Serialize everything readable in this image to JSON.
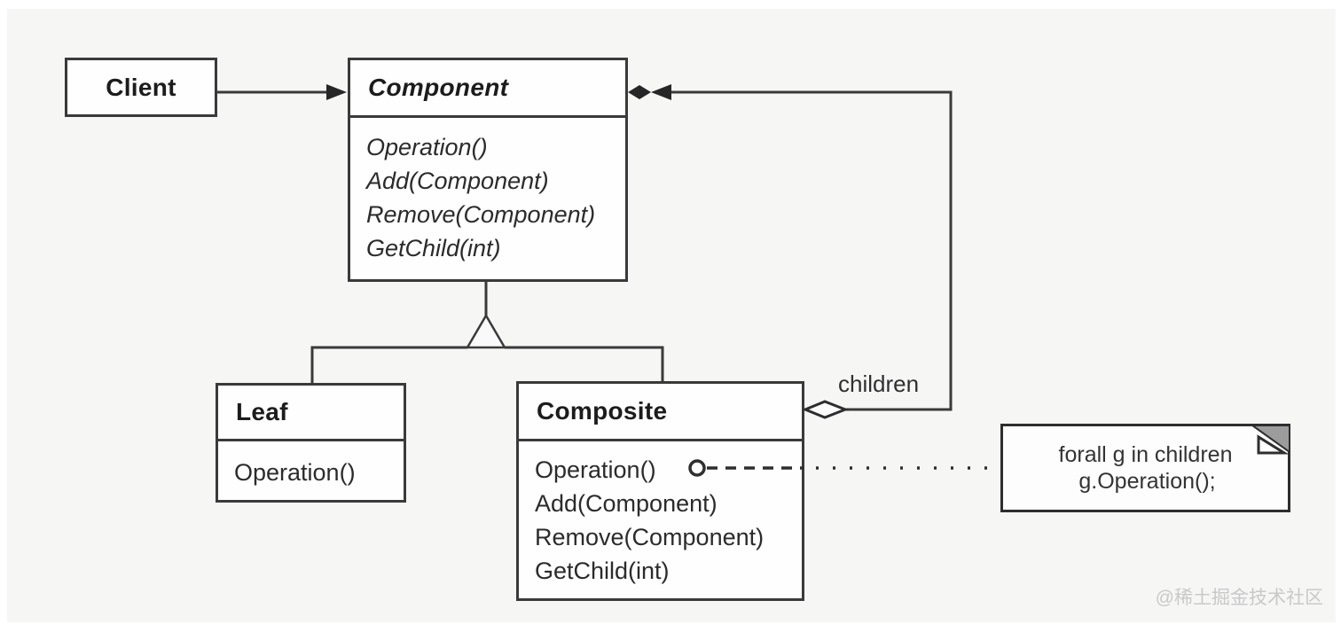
{
  "diagram": {
    "type": "uml-class-diagram",
    "pattern": "Composite",
    "classes": {
      "client": {
        "name": "Client"
      },
      "component": {
        "name": "Component",
        "abstract": true,
        "methods": [
          "Operation()",
          "Add(Component)",
          "Remove(Component)",
          "GetChild(int)"
        ]
      },
      "leaf": {
        "name": "Leaf",
        "methods": [
          "Operation()"
        ]
      },
      "composite": {
        "name": "Composite",
        "methods": [
          "Operation()",
          "Add(Component)",
          "Remove(Component)",
          "GetChild(int)"
        ]
      }
    },
    "relationships": {
      "client_to_component": "association-arrow",
      "leaf_to_component": "inheritance",
      "composite_to_component": "inheritance",
      "composite_children_to_component": "aggregation"
    },
    "labels": {
      "children": "children"
    },
    "note": {
      "line1": "forall g in children",
      "line2": "g.Operation();"
    },
    "watermark": "@稀土掘金技术社区",
    "colors": {
      "line": "#3a3a3a",
      "solid_head": "#262626",
      "note_fold_gray": "#9c9c9c",
      "panel_background": "#f6f6f5",
      "watermark_gray": "#c9c9c9"
    }
  }
}
